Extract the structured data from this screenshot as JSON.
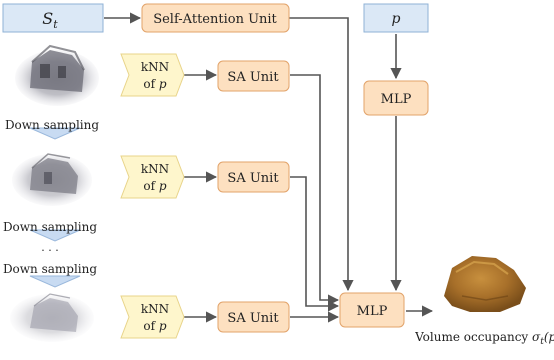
{
  "nodes": {
    "st_input": "S",
    "st_input_sub": "t",
    "self_attention": "Self-Attention Unit",
    "p_input": "p",
    "mlp_top": "MLP",
    "mlp_bottom": "MLP",
    "sa_unit_1": "SA Unit",
    "sa_unit_2": "SA Unit",
    "sa_unit_3": "SA Unit",
    "knn_1_line1": "kNN",
    "knn_1_line2_prefix": "of ",
    "knn_1_line2_var": "p",
    "knn_2_line1": "kNN",
    "knn_2_line2_prefix": "of ",
    "knn_2_line2_var": "p",
    "knn_3_line1": "kNN",
    "knn_3_line2_prefix": "of ",
    "knn_3_line2_var": "p"
  },
  "labels": {
    "down_sampling_1": "Down sampling",
    "down_sampling_2": "Down sampling",
    "down_sampling_3": "Down sampling",
    "ellipsis": "· · ·",
    "output_prefix": "Volume occupancy ",
    "output_symbol": "σ",
    "output_sub": "t",
    "output_suffix": "(p)"
  },
  "colors": {
    "unit_fill": "#fde0c0",
    "input_fill": "#dbe8f6",
    "knn_fill": "#fef6cc",
    "arrow": "#555555"
  }
}
